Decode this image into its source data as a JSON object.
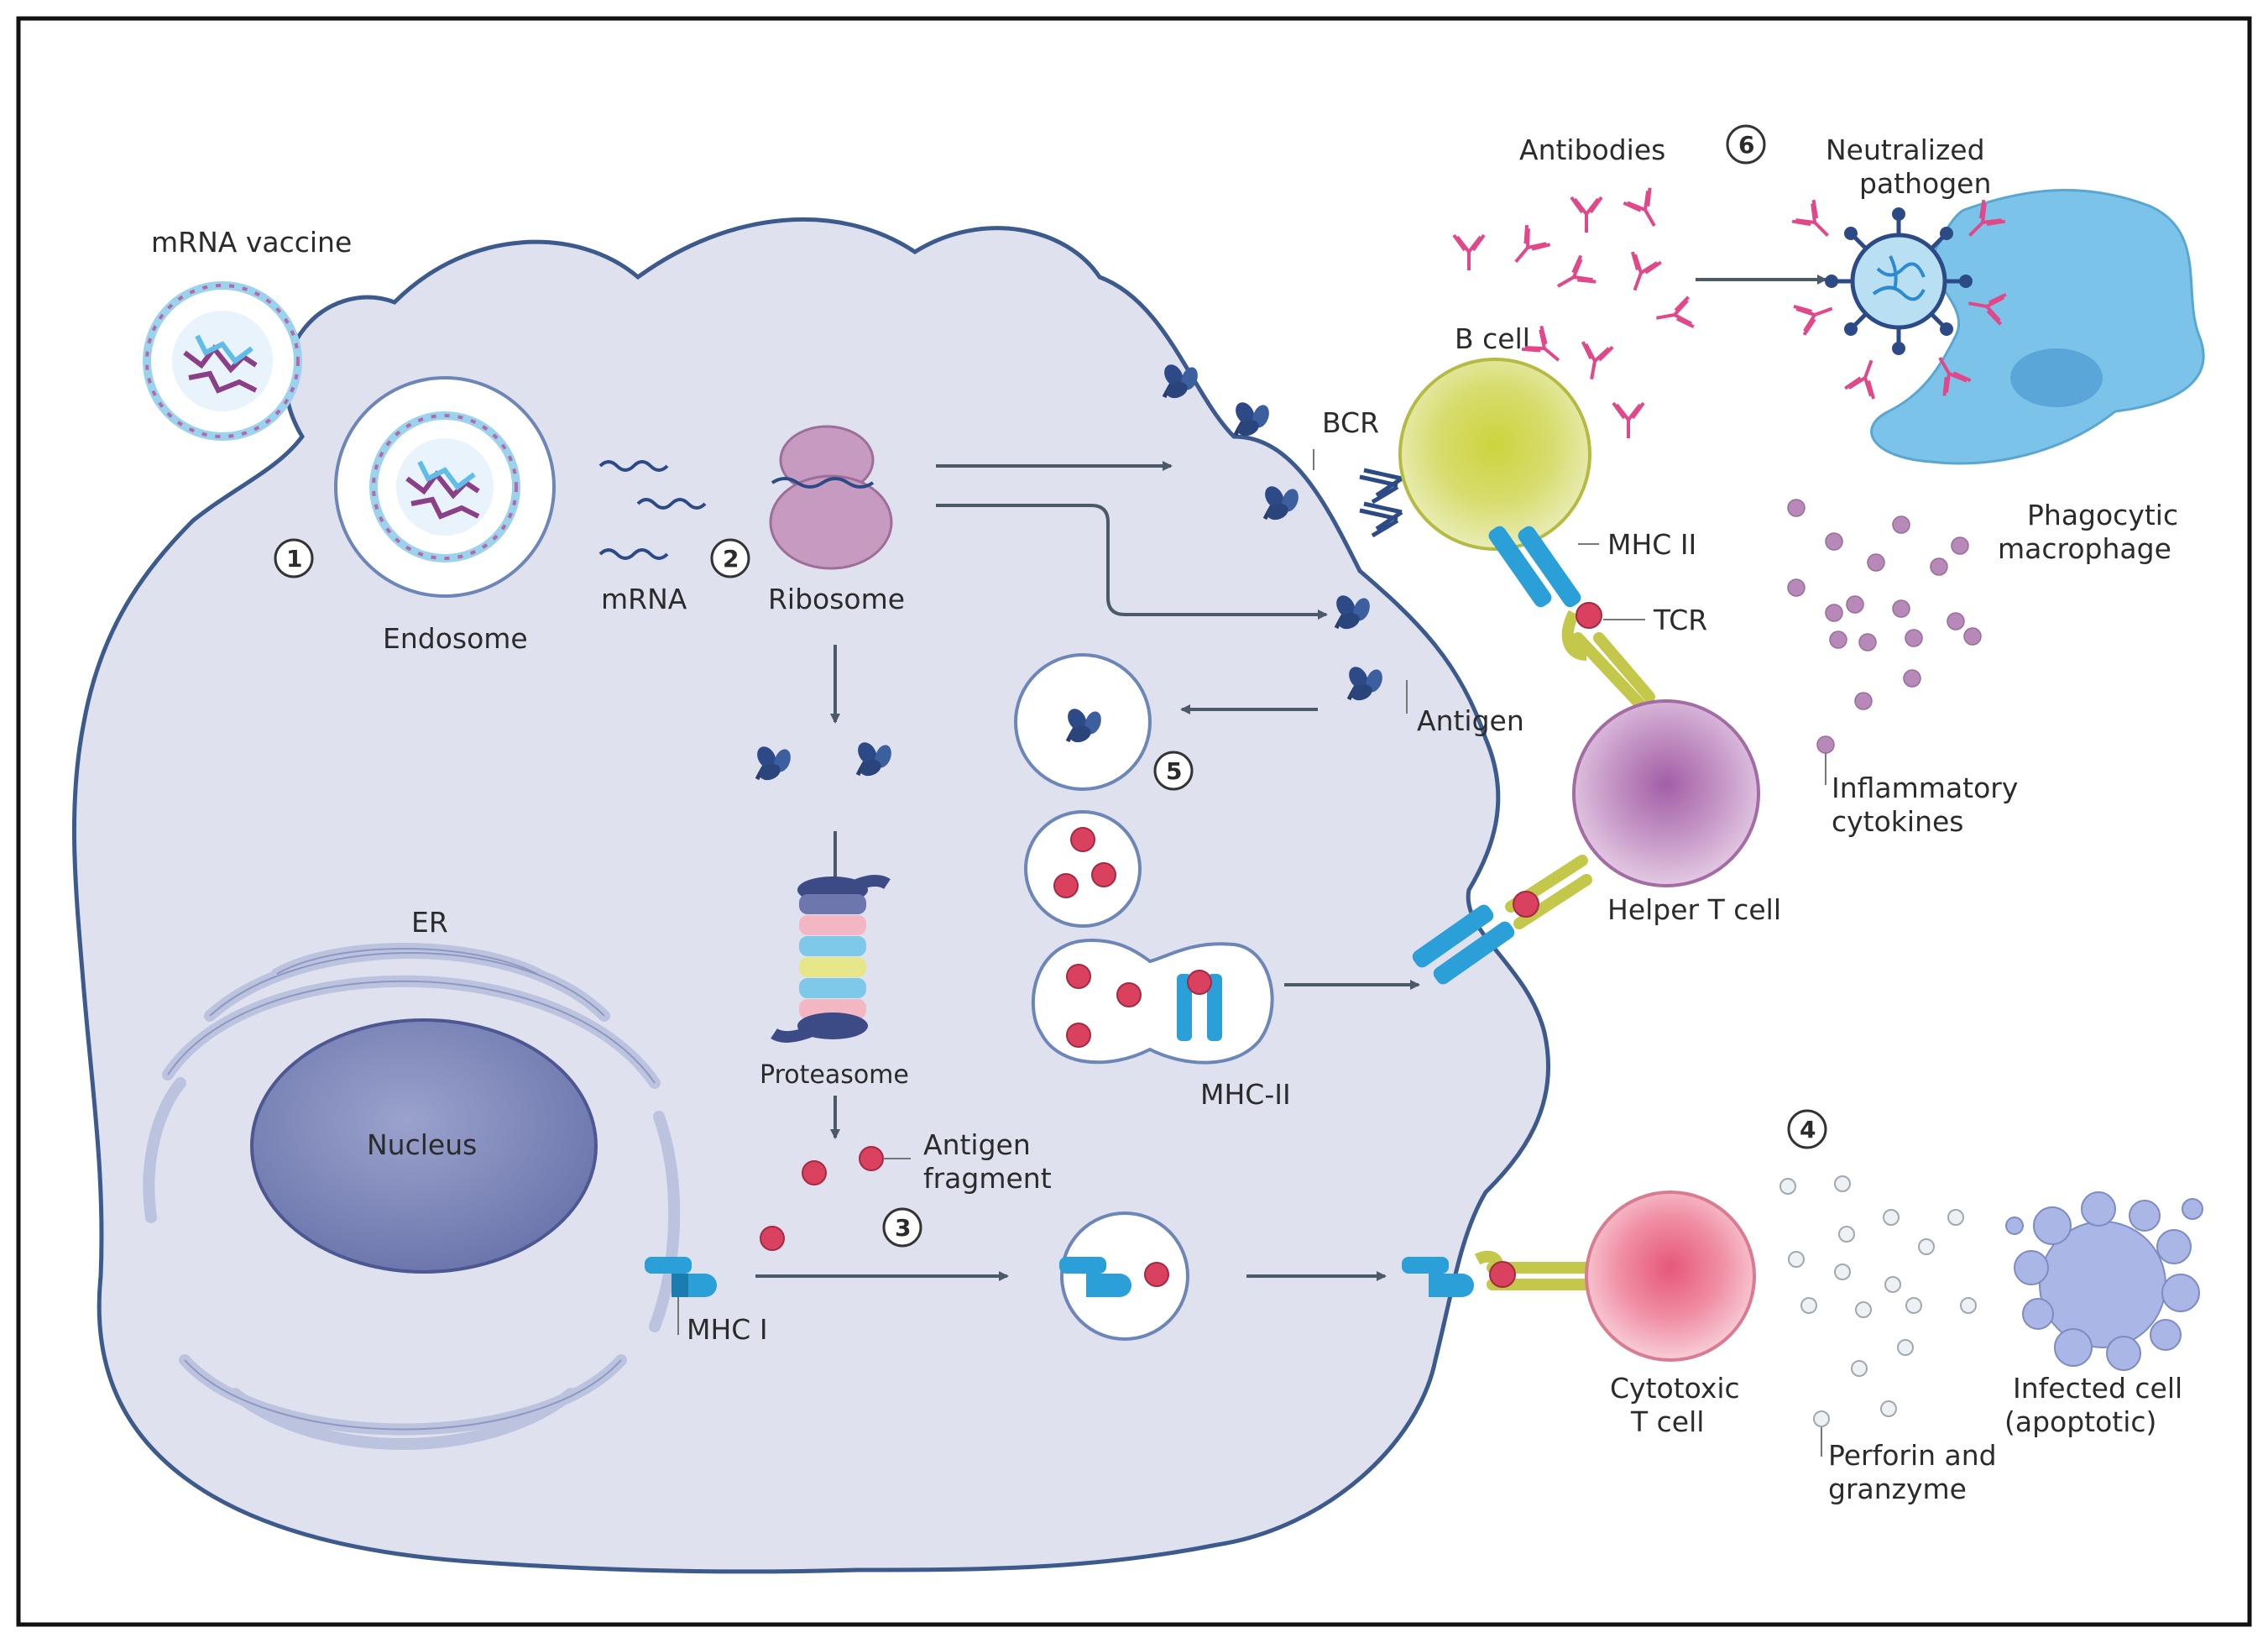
{
  "labels": {
    "mrna_vaccine": "mRNA vaccine",
    "endosome": "Endosome",
    "mrna": "mRNA",
    "ribosome": "Ribosome",
    "proteasome": "Proteasome",
    "antigen_fragment_1": "Antigen",
    "antigen_fragment_2": "fragment",
    "er": "ER",
    "nucleus": "Nucleus",
    "mhc_i": "MHC I",
    "mhc_ii_cell": "MHC-II",
    "antigen": "Antigen",
    "bcr": "BCR",
    "b_cell": "B cell",
    "mhc_ii": "MHC II",
    "tcr": "TCR",
    "helper_t_cell": "Helper T cell",
    "antibodies": "Antibodies",
    "neutralized_1": "Neutralized",
    "neutralized_2": "pathogen",
    "phagocytic_1": "Phagocytic",
    "phagocytic_2": "macrophage",
    "inflammatory_1": "Inflammatory",
    "inflammatory_2": "cytokines",
    "cytotoxic_1": "Cytotoxic",
    "cytotoxic_2": "T cell",
    "perforin_1": "Perforin and",
    "perforin_2": "granzyme",
    "infected_1": "Infected cell",
    "infected_2": "(apoptotic)"
  },
  "steps": [
    "1",
    "2",
    "3",
    "4",
    "5",
    "6"
  ],
  "colors": {
    "cell_fill": "#dfe1ef",
    "cell_border": "#3d5a8c",
    "antigen_pink": "#d9415e",
    "mhc_blue": "#2a9fd8",
    "tcr_yellow": "#c4c84a",
    "b_cell": "#dfe59a",
    "helper_t": "#d7b3d6",
    "cytotoxic_t": "#f1a7b4",
    "macrophage": "#7cc3ea",
    "antibody": "#e0488a",
    "nucleus": "#7d86b8"
  }
}
